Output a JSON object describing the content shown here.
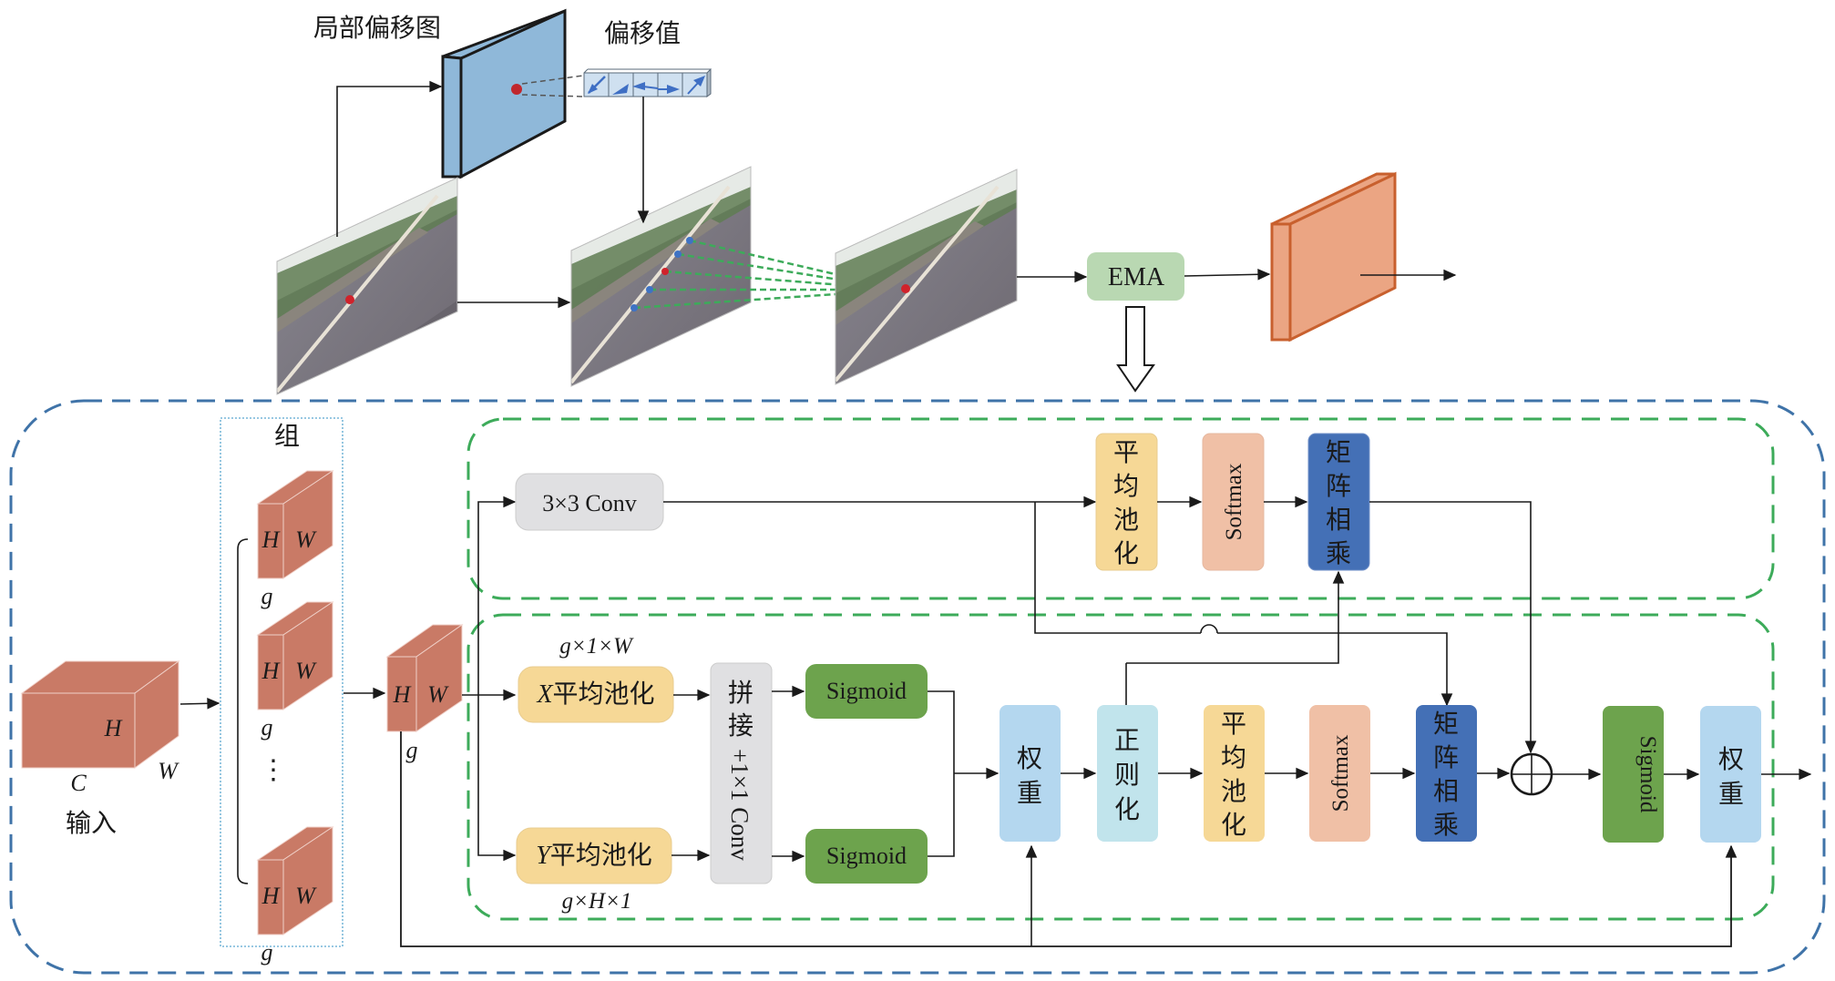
{
  "top": {
    "offset_map_label": "局部偏移图",
    "offset_values_label": "偏移值",
    "ema_label": "EMA",
    "offset_arrows": [
      "↙",
      "↙",
      "←",
      "→",
      "↗"
    ]
  },
  "ema_module": {
    "group_label": "组",
    "input_label": "输入",
    "input_dims": {
      "c": "C",
      "h": "H",
      "w": "W"
    },
    "group_dims": {
      "h": "H",
      "w": "W",
      "g": "g"
    },
    "ellipsis": "⋮",
    "conv3_label": "3×3 Conv",
    "x_pool_label": "X平均池化",
    "x_pool_prefix": "X",
    "pool_suffix": "平均池化",
    "y_pool_prefix": "Y",
    "x_pool_dims": "g×1×W",
    "y_pool_dims": "g×H×1",
    "concat_label": "拼接+1×1 Conv",
    "concat_cn": [
      "拼",
      "接"
    ],
    "concat_en": "+1×1 Conv",
    "sigmoid_label": "Sigmoid",
    "weight_label": [
      "权",
      "重"
    ],
    "norm_label": [
      "正",
      "则",
      "化"
    ],
    "avgpool_label": [
      "平",
      "均",
      "池",
      "化"
    ],
    "softmax_label": "Softmax",
    "matmul_label": [
      "矩",
      "阵",
      "相",
      "乘"
    ],
    "add_symbol": "⊕"
  },
  "colors": {
    "outer_dash": "#3f73a8",
    "inner_dash": "#3dab5a",
    "group_dots": "#5aa8d0",
    "tensor": "#c97a66",
    "offset_map": "#8fb8d9",
    "output_block": "#eba583",
    "output_edge": "#c8602e",
    "ema_box": "#b9d8b2",
    "conv_box": "#e0e0e2",
    "pool_box": "#f6d896",
    "softmax_box": "#f0c0a6",
    "matmul_box": "#4470b6",
    "sigmoid_box": "#6da34d",
    "weight_box": "#b4d7ef",
    "norm_box": "#c1e4ec"
  }
}
